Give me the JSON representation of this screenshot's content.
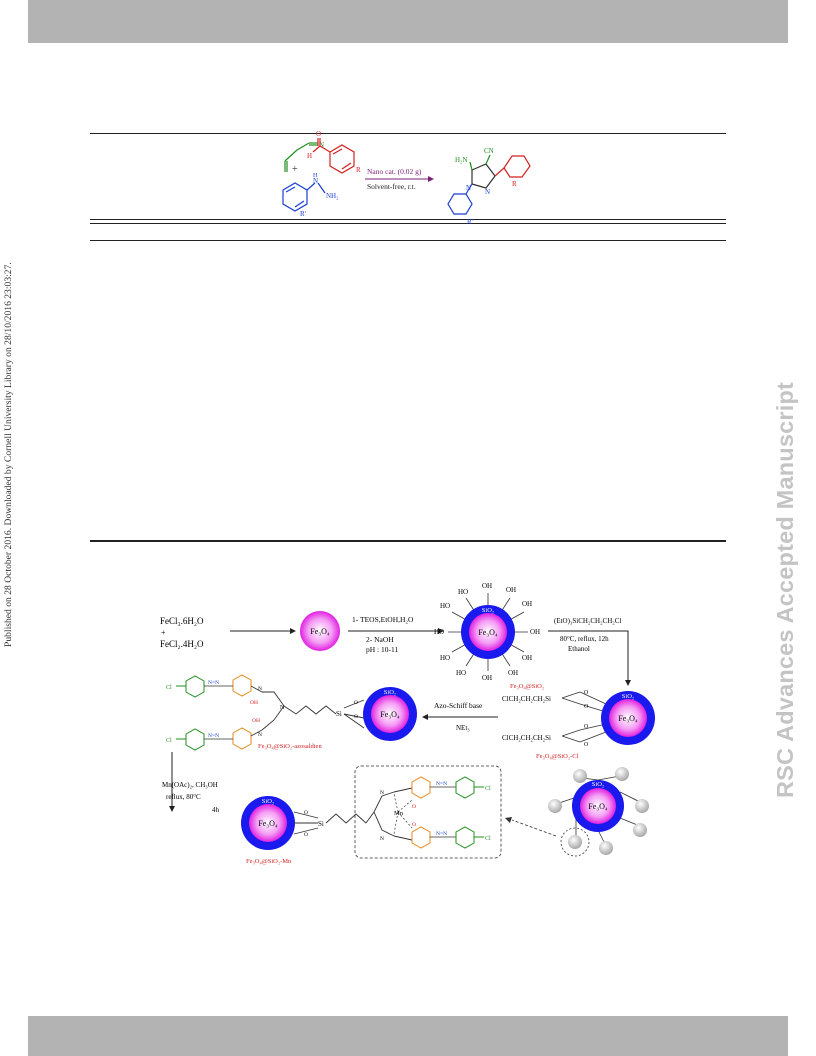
{
  "sidebar_left": "Published on 28 October 2016. Downloaded by Cornell University Library on 28/10/2016 23:03:27.",
  "sidebar_right": "RSC Advances Accepted Manuscript",
  "scheme1": {
    "conditions_top": "Nano cat. (0.02 g)",
    "conditions_bottom": "Solvent-free, r.t.",
    "label_plus": "+",
    "label_cn_reactant": "N",
    "label_o": "O",
    "label_h": "H",
    "label_r": "R",
    "label_nh2": "NH₂",
    "label_nh": "N",
    "label_h2": "H",
    "label_rprime": "R'",
    "prod_h2n": "H₂N",
    "prod_cn": "CN",
    "prod_n1": "N",
    "prod_n2": "N",
    "prod_r": "R",
    "prod_rprime": "R'"
  },
  "scheme2": {
    "reactant1": "FeCl₃.6H₂O",
    "reactant_plus": "+",
    "reactant2": "FeCl₂.4H₂O",
    "core": "Fe₃O₄",
    "step1_line1": "1- TEOS,EtOH,H₂O",
    "step1_line2": "2- NaOH",
    "step1_line3": "pH : 10-11",
    "shell": "SiO₂",
    "label_silica": "Fe₃O₄@SiO₂",
    "step2_line1": "(EtO)₃SiCH₂CH₂CH₂Cl",
    "step2_line2": "80°C, reflux, 12h",
    "step2_line3": "Ethanol",
    "cl_chain1": "ClCH₂CH₂CH₂Si",
    "cl_chain2": "ClCH₂CH₂CH₂Si",
    "label_cl": "Fe₃O₄@SiO₂-Cl",
    "step3_line1": "Azo-Schiff base",
    "step3_line2": "NEt₃",
    "label_ligand": "Fe₃O₄@SiO₂-azosaldien",
    "step4_line1": "Mn(OAc)₂, CH₃OH",
    "step4_line2": "reflux, 80°C",
    "step4_line3": "4h",
    "label_mn": "Fe₃O₄@SiO₂-Mn",
    "si": "Si",
    "mn": "Mn",
    "o": "O",
    "oh": "OH",
    "n": "N",
    "nn": "N=N",
    "cl": "Cl",
    "hydroxyl": "HO",
    "hydroxyl_r": "OH"
  }
}
